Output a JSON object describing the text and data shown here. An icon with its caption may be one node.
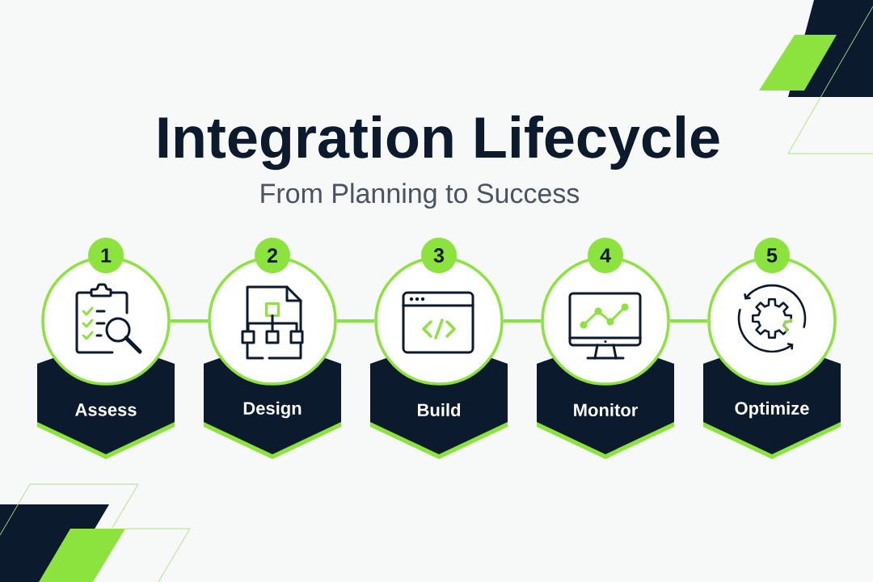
{
  "diagram": {
    "title": "Integration Lifecycle",
    "nodes": [
      {
        "text": [
          "1"
        ]
      },
      {
        "text": [],
        "shape": "circle"
      },
      {
        "text": [
          "Assess"
        ]
      },
      {
        "text": [
          "2"
        ]
      },
      {
        "text": [],
        "shape": "circle"
      },
      {
        "text": [
          "Design"
        ]
      },
      {
        "text": [
          "3"
        ]
      },
      {
        "text": [],
        "shape": "circle"
      },
      {
        "text": [
          "Build"
        ]
      },
      {
        "text": [
          "4"
        ]
      },
      {
        "text": [],
        "shape": "circle"
      },
      {
        "text": [
          "Monitor"
        ]
      },
      {
        "text": [
          "5"
        ]
      },
      {
        "text": [],
        "shape": "circle"
      },
      {
        "text": [
          "Optimize"
        ]
      }
    ],
    "edges": [
      {
        "from": 1,
        "to": 4,
        "arrow": "none"
      },
      {
        "from": 4,
        "to": 7,
        "arrow": "none"
      },
      {
        "from": 7,
        "to": 10,
        "arrow": "none"
      },
      {
        "from": 10,
        "to": 13,
        "arrow": "none"
      }
    ],
    "labels": [
      "From Planning to Success"
    ]
  }
}
